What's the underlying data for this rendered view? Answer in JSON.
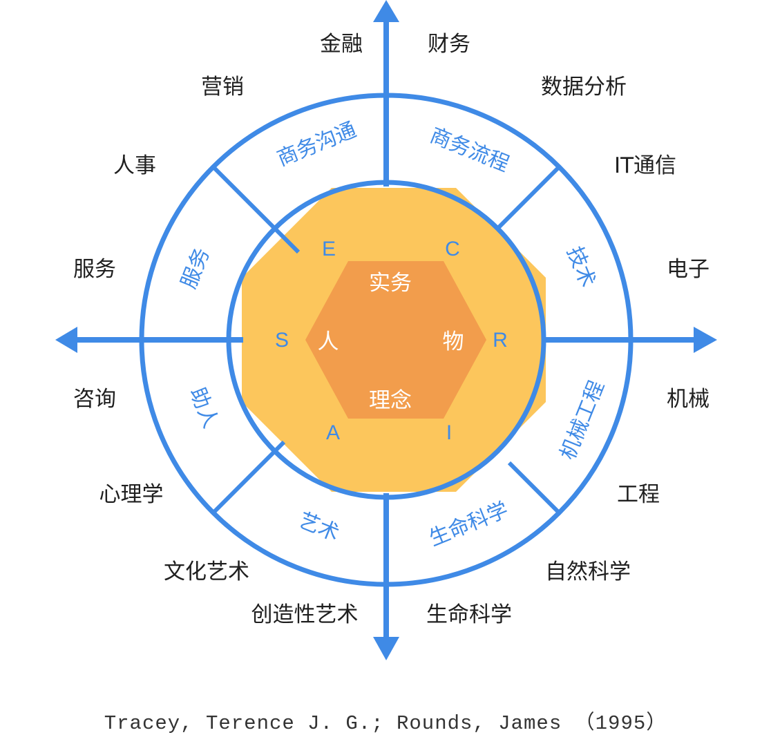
{
  "diagram": {
    "type": "RIASEC career interest circumplex (Tracey & Rounds spherical/octant model)",
    "colors": {
      "axis_blue": "#3f8ae6",
      "octagon_yellow": "#fcc65c",
      "hexagon_orange": "#f29d4c",
      "text_dark": "#1f1f1f",
      "hex_text": "#ffffff"
    },
    "axes": {
      "vertical": "up/down arrows",
      "horizontal": "left/right arrows"
    },
    "hexagon_labels": {
      "top": "实务",
      "left": "人",
      "right": "物",
      "bottom": "理念"
    },
    "riasec_letters": {
      "E": "E",
      "C": "C",
      "S": "S",
      "R": "R",
      "A": "A",
      "I": "I"
    },
    "ring_sectors": [
      {
        "label": "商务沟通",
        "position": "top-left"
      },
      {
        "label": "商务流程",
        "position": "top-right"
      },
      {
        "label": "技术",
        "position": "right-upper"
      },
      {
        "label": "机械工程",
        "position": "right-lower"
      },
      {
        "label": "生命科学",
        "position": "bottom-right"
      },
      {
        "label": "艺术",
        "position": "bottom-left"
      },
      {
        "label": "助人",
        "position": "left-lower"
      },
      {
        "label": "服务",
        "position": "left-upper"
      }
    ],
    "outer_fields": {
      "jinrong": "金融",
      "caiwu": "财务",
      "yingxiao": "营销",
      "shujufenxi": "数据分析",
      "renshi": "人事",
      "ittongxin": "IT通信",
      "fuwu": "服务",
      "dianzi": "电子",
      "zixun": "咨询",
      "jixie": "机械",
      "xinlixue": "心理学",
      "gongcheng": "工程",
      "wenhuayishu": "文化艺术",
      "ziranlkexue": "自然科学",
      "chuangzaoxingyishu": "创造性艺术",
      "shengmingkexue": "生命科学"
    },
    "citation": "Tracey, Terence J. G.; Rounds, James （1995）"
  }
}
